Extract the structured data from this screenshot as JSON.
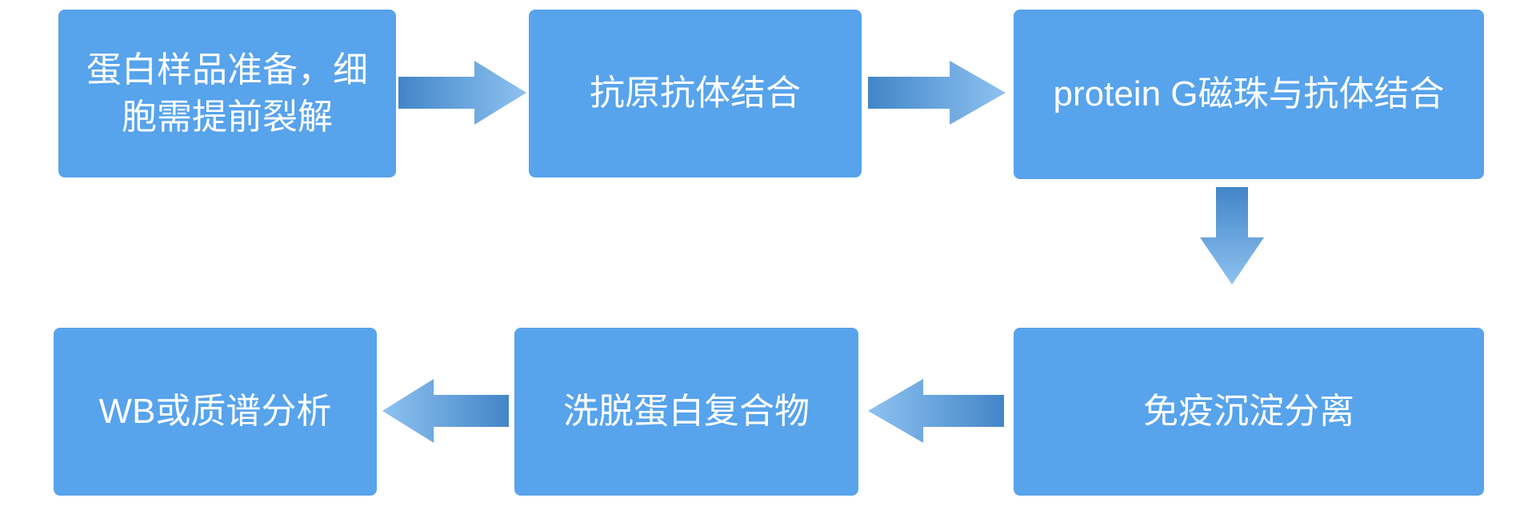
{
  "diagram": {
    "title": "Immunoprecipitation workflow flowchart",
    "colors": {
      "box_fill": "#57a3ec",
      "box_text": "#ffffff",
      "arrow_dark": "#4285c8",
      "arrow_light": "#8ec2f0",
      "background": "#ffffff"
    },
    "steps": [
      {
        "id": 1,
        "label": "蛋白样品准备，细胞需提前裂解"
      },
      {
        "id": 2,
        "label": "抗原抗体结合"
      },
      {
        "id": 3,
        "label": "protein G磁珠与抗体结合"
      },
      {
        "id": 4,
        "label": "免疫沉淀分离"
      },
      {
        "id": 5,
        "label": "洗脱蛋白复合物"
      },
      {
        "id": 6,
        "label": "WB或质谱分析"
      }
    ],
    "connections": [
      {
        "from": 1,
        "to": 2,
        "direction": "right"
      },
      {
        "from": 2,
        "to": 3,
        "direction": "right"
      },
      {
        "from": 3,
        "to": 4,
        "direction": "down"
      },
      {
        "from": 4,
        "to": 5,
        "direction": "left"
      },
      {
        "from": 5,
        "to": 6,
        "direction": "left"
      }
    ]
  }
}
